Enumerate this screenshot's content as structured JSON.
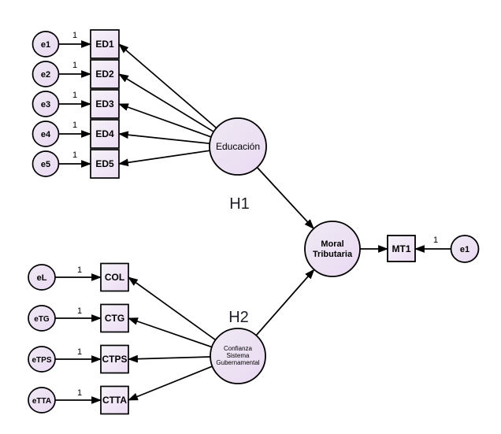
{
  "diagram": {
    "type": "structural-equation-model-path-diagram",
    "colors": {
      "canvas": "#ffffff",
      "outline": "#000000",
      "circle_fill_top": "#efeaf3",
      "circle_fill_bottom": "#ead9f3",
      "square_fill_top": "#f6f3f9",
      "square_fill_bottom": "#ecdcf4",
      "hypothesis_text": "#1d1d27",
      "label_text": "#000000"
    },
    "hypotheses": {
      "h1": "H1",
      "h2": "H2"
    },
    "latents": {
      "educacion": "Educación",
      "moral_line1": "Moral",
      "moral_line2": "Tributaria",
      "confianza_line1": "Confianza",
      "confianza_line2": "Sistema",
      "confianza_line3": "Gubernamental"
    },
    "edu_rows": [
      {
        "error": "e1",
        "indicator": "ED1",
        "loading": "1"
      },
      {
        "error": "e2",
        "indicator": "ED2",
        "loading": "1"
      },
      {
        "error": "e3",
        "indicator": "ED3",
        "loading": "1"
      },
      {
        "error": "e4",
        "indicator": "ED4",
        "loading": "1"
      },
      {
        "error": "e5",
        "indicator": "ED5",
        "loading": "1"
      }
    ],
    "conf_rows": [
      {
        "error": "eL",
        "indicator": "COL",
        "loading": "1"
      },
      {
        "error": "eTG",
        "indicator": "CTG",
        "loading": "1"
      },
      {
        "error": "eTPS",
        "indicator": "CTPS",
        "loading": "1"
      },
      {
        "error": "eTTA",
        "indicator": "CTTA",
        "loading": "1"
      }
    ],
    "mt_row": {
      "error": "e1",
      "indicator": "MT1",
      "loading": "1"
    }
  }
}
